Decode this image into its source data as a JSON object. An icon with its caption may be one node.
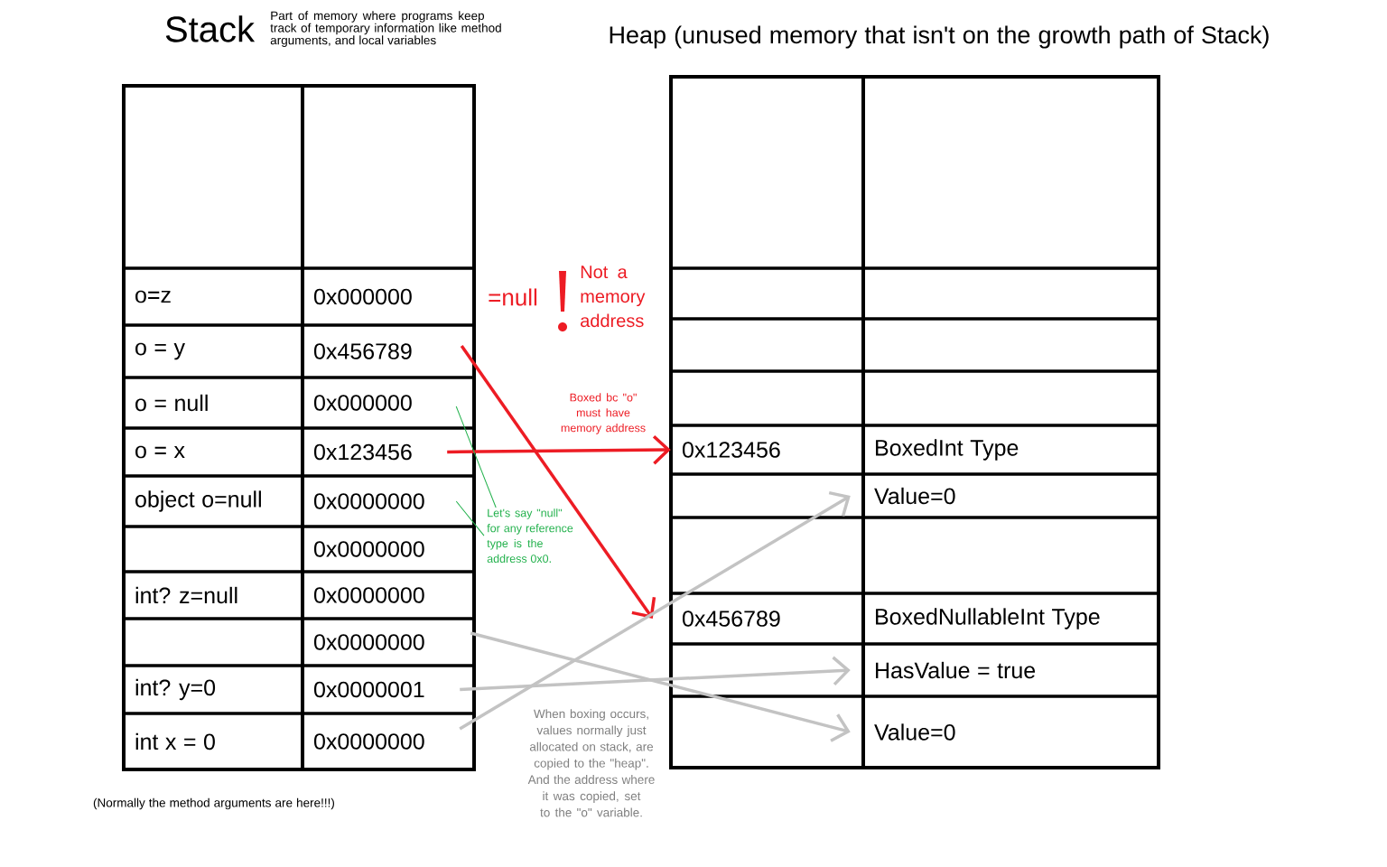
{
  "diagram": {
    "nodes": [
      {
        "text": [
          "Stack"
        ],
        "beside": [
          "Part of memory where programs keep track of temporary information like method arguments, and local variables",
          "(Normally the method arguments are here!!!)"
        ]
      },
      {
        "text": [
          "o=z"
        ],
        "in": 0
      },
      {
        "text": [
          "0x000000"
        ],
        "in": 0
      },
      {
        "text": [
          "o = y"
        ],
        "in": 0
      },
      {
        "text": [
          "0x456789"
        ],
        "in": 0
      },
      {
        "text": [
          "o = null"
        ],
        "in": 0
      },
      {
        "text": [
          "0x000000"
        ],
        "in": 0
      },
      {
        "text": [
          "o = x"
        ],
        "in": 0
      },
      {
        "text": [
          "0x123456"
        ],
        "in": 0
      },
      {
        "text": [
          "object o=null"
        ],
        "in": 0
      },
      {
        "text": [
          "0x0000000"
        ],
        "in": 0
      },
      {
        "text": [
          "0x0000000"
        ],
        "in": 0
      },
      {
        "text": [
          "int? z=null"
        ],
        "in": 0
      },
      {
        "text": [
          "0x0000000"
        ],
        "in": 0
      },
      {
        "text": [
          "0x0000000"
        ],
        "in": 0
      },
      {
        "text": [
          "int? y=0"
        ],
        "in": 0
      },
      {
        "text": [
          "0x0000001"
        ],
        "in": 0
      },
      {
        "text": [
          "int x = 0"
        ],
        "in": 0
      },
      {
        "text": [
          "0x0000000"
        ],
        "in": 0
      },
      {
        "text": [
          "Heap (unused memory that isn't on the growth path of Stack)"
        ]
      },
      {
        "text": [
          "0x123456"
        ],
        "in": 19
      },
      {
        "text": [
          "BoxedInt Type"
        ],
        "in": 19
      },
      {
        "text": [
          "Value=0"
        ],
        "in": 19
      },
      {
        "text": [
          "0x456789"
        ],
        "in": 19
      },
      {
        "text": [
          "BoxedNullableInt Type"
        ],
        "in": 19
      },
      {
        "text": [
          "HasValue = true"
        ],
        "in": 19
      },
      {
        "text": [
          "Value=0"
        ],
        "in": 19
      },
      {
        "text": [
          "Let's say \"null\" for any reference type is the address 0x0."
        ]
      }
    ],
    "edges": [
      {
        "from": 8,
        "to": 20,
        "arrow": "to",
        "label": "Boxed bc \"o\" must have memory address",
        "color": "#ed1c24"
      },
      {
        "from": 4,
        "to": 23,
        "arrow": "to",
        "color": "#ed1c24"
      },
      {
        "from": 18,
        "to": 22,
        "arrow": "to",
        "color": "#c3c3c3"
      },
      {
        "from": 16,
        "to": 25,
        "arrow": "to",
        "color": "#c3c3c3"
      },
      {
        "from": 14,
        "to": 26,
        "arrow": "to",
        "color": "#c3c3c3"
      },
      {
        "from": 27,
        "to": 6,
        "arrow": "none",
        "color": "#22b14c"
      },
      {
        "from": 27,
        "to": 10,
        "arrow": "none",
        "color": "#22b14c"
      }
    ],
    "labels": [
      "=null",
      "Not a memory address",
      "When boxing occurs, values normally just allocated on stack, are copied to the \"heap\".  And the address where it was copied, set to the \"o\" variable."
    ]
  }
}
